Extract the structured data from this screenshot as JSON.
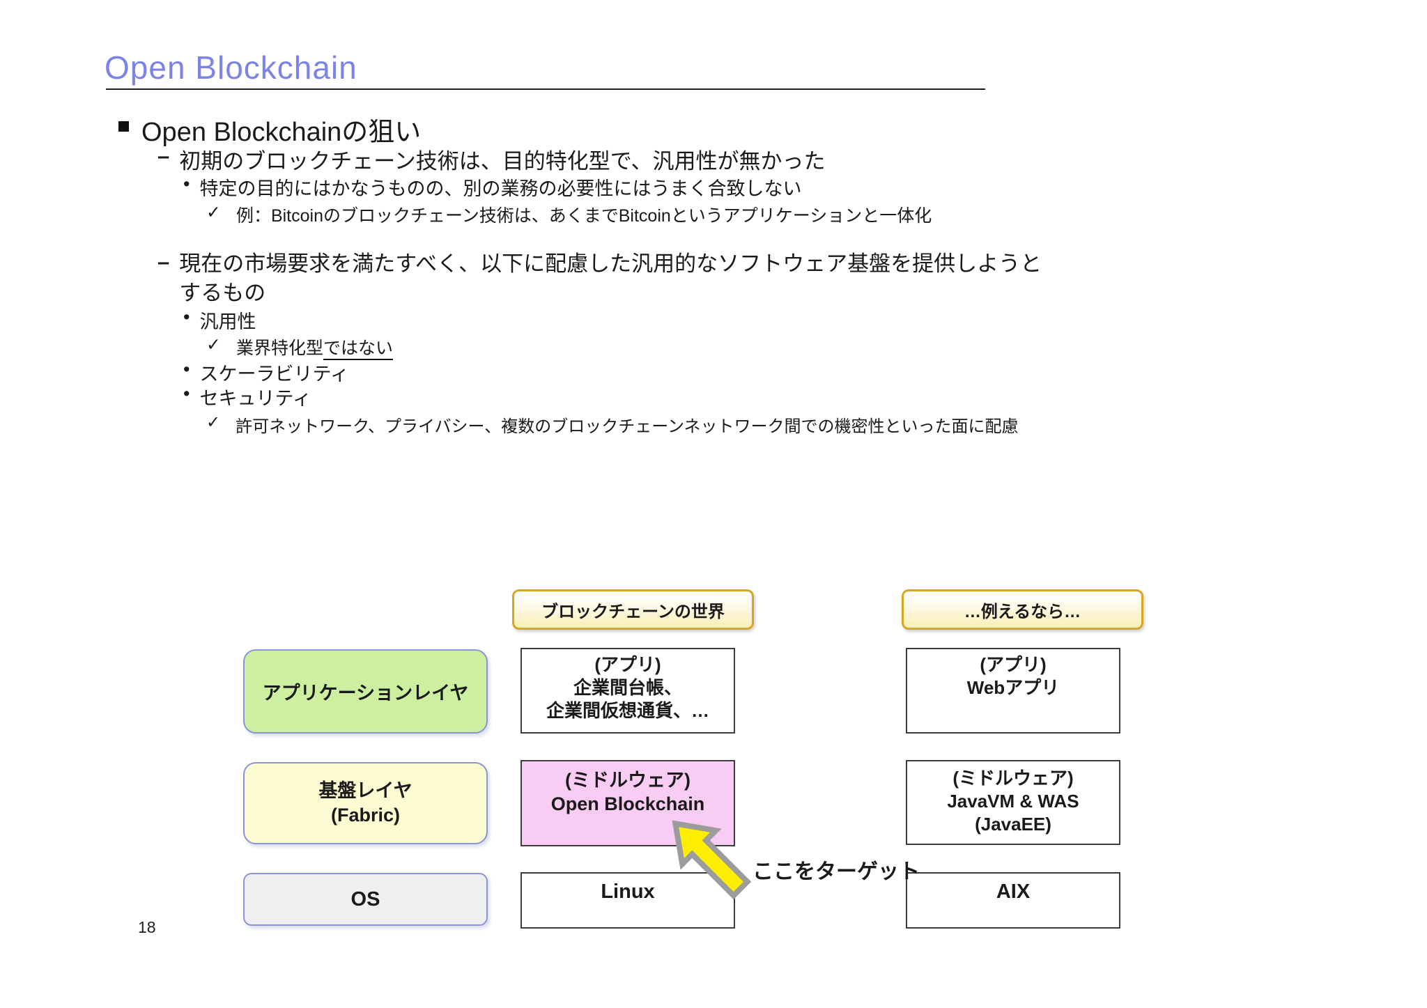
{
  "slide": {
    "title": "Open Blockchain",
    "page_number": "18"
  },
  "markers": {
    "square": "",
    "dash": "–",
    "dot": "•",
    "check": "✓"
  },
  "bullets": {
    "l1": "Open Blockchainの狙い",
    "l2a": "初期のブロックチェーン技術は、目的特化型で、汎用性が無かった",
    "l3a": "特定の目的にはかなうものの、別の業務の必要性にはうまく合致しない",
    "l4a": "例：Bitcoinのブロックチェーン技術は、あくまでBitcoinというアプリケーションと一体化",
    "l2b": "現在の市場要求を満たすべく、以下に配慮した汎用的なソフトウェア基盤を提供しようと\nするもの",
    "l3b": "汎用性",
    "l4b_plain": "業界特化型",
    "l4b_underlined": "ではない",
    "l3c": "スケーラビリティ",
    "l3d": "セキュリティ",
    "l4c": "許可ネットワーク、プライバシー、複数のブロックチェーンネットワーク間での機密性といった面に配慮"
  },
  "diagram": {
    "headers": {
      "left": "ブロックチェーンの世界",
      "right": "…例えるなら…"
    },
    "layers": {
      "application": "アプリケーションレイヤ",
      "foundation": "基盤レイヤ\n(Fabric)",
      "os": "OS"
    },
    "blockchain_world": {
      "app": "(アプリ)\n企業間台帳、\n企業間仮想通貨、…",
      "middleware": "(ミドルウェア)\nOpen Blockchain",
      "os": "Linux"
    },
    "analogy": {
      "app": "(アプリ)\nWebアプリ",
      "middleware": "(ミドルウェア)\nJavaVM & WAS\n(JavaEE)",
      "os": "AIX"
    },
    "target_label": "ここをターゲット",
    "arrow_icon": "up-left-block-arrow"
  },
  "colors": {
    "title_blue": "#7b84e6",
    "application_layer_green": "#ccf0a0",
    "foundation_layer_yellow": "#fdfbd2",
    "os_layer_gray": "#efeff1",
    "middleware_pink": "#f9cdf3",
    "header_gold_border": "#d9a521",
    "layer_border_blue": "#8b93d6",
    "arrow_yellow": "#ffee00",
    "arrow_gray": "#9c9c9c"
  }
}
